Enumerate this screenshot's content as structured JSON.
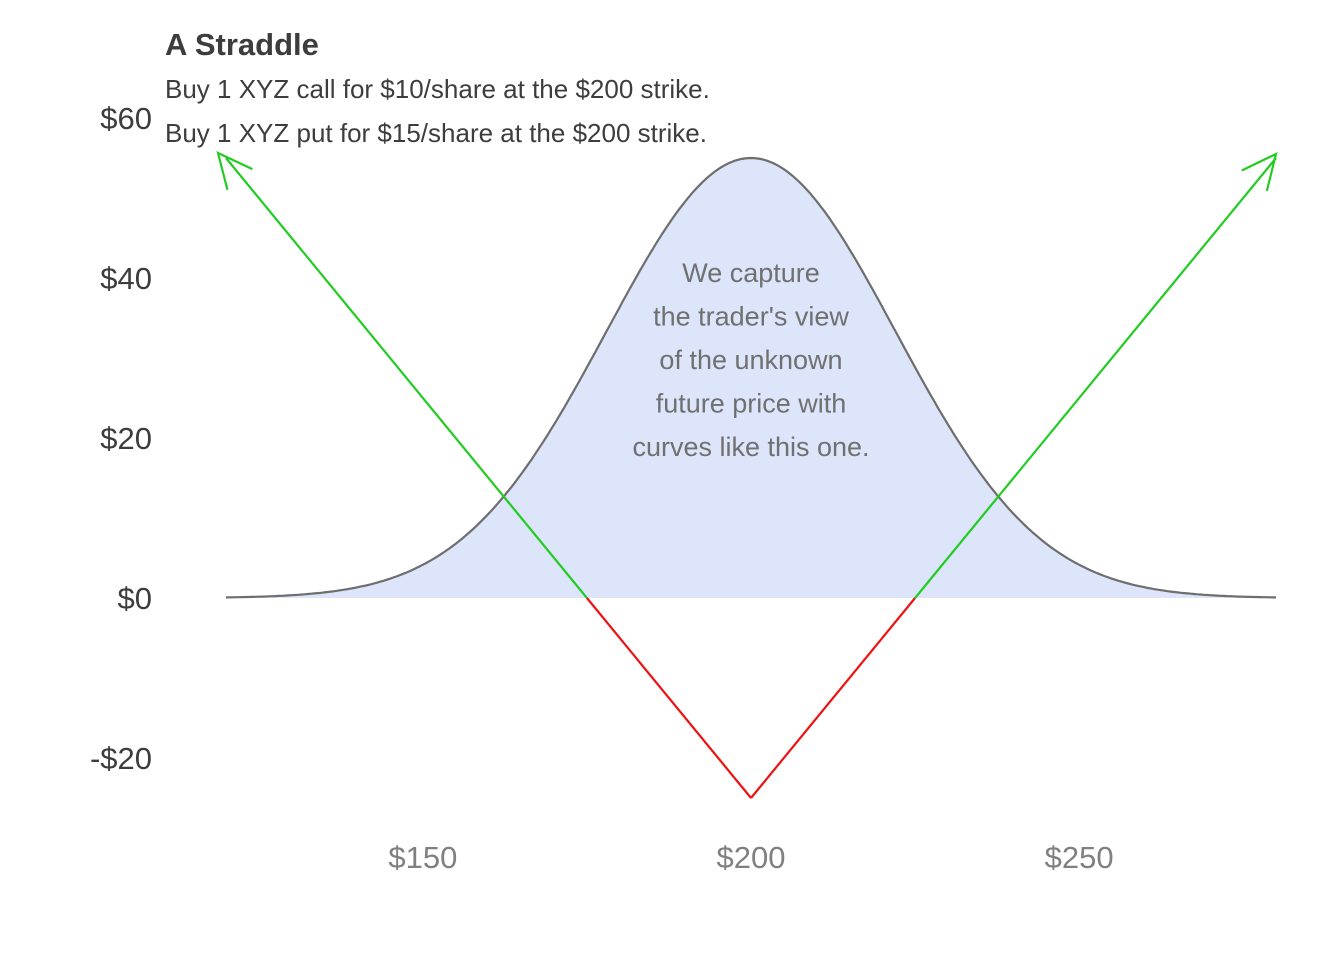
{
  "chart_data": {
    "type": "line",
    "title": "A Straddle",
    "subtitle_lines": [
      "Buy 1 XYZ call for $10/share at the $200 strike.",
      "Buy 1 XYZ put for $15/share at the $200 strike."
    ],
    "xlim": [
      120,
      280
    ],
    "ylim": [
      -25,
      60
    ],
    "x_ticks": [
      {
        "value": 150,
        "label": "$150"
      },
      {
        "value": 200,
        "label": "$200"
      },
      {
        "value": 250,
        "label": "$250"
      }
    ],
    "y_ticks": [
      {
        "value": 60,
        "label": "$60"
      },
      {
        "value": 40,
        "label": "$40"
      },
      {
        "value": 20,
        "label": "$20"
      },
      {
        "value": 0,
        "label": "$0"
      },
      {
        "value": -20,
        "label": "-$20"
      }
    ],
    "series": [
      {
        "kind": "payoff",
        "strike": 200,
        "total_premium": 25,
        "x": [
          120,
          175,
          200,
          225,
          280
        ],
        "y": [
          55,
          0,
          -25,
          0,
          55
        ],
        "colors": {
          "profit": "#22cc22",
          "loss": "#ee1111"
        },
        "arrows_at_ends": true
      },
      {
        "kind": "distribution",
        "mean": 200,
        "sd": 22,
        "peak": 55,
        "x_range": [
          120,
          280
        ],
        "line_color": "#6e6e6e",
        "fill_color": "#dce5f9"
      }
    ],
    "annotation": {
      "lines": [
        "We capture",
        "the trader's view",
        "of the unknown",
        "future price with",
        "curves like this one."
      ],
      "x": 200
    },
    "grid": false,
    "legend": "none"
  }
}
